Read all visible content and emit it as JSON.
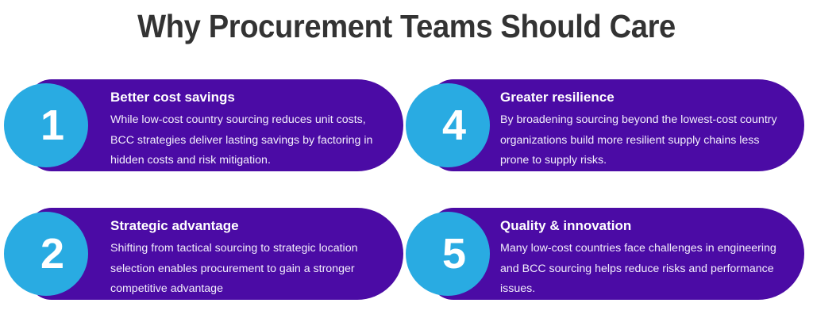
{
  "title": "Why Procurement Teams Should Care",
  "colors": {
    "background": "#ffffff",
    "title_text": "#333333",
    "pill_purple": "#4B0BA5",
    "circle_blue": "#29ABE2",
    "heading_text": "#ffffff",
    "body_text": "#f2eefb"
  },
  "cards": [
    {
      "number": "1",
      "heading": "Better cost savings",
      "body": "While low-cost country sourcing reduces unit costs, BCC strategies deliver lasting savings by factoring in hidden costs and risk mitigation."
    },
    {
      "number": "4",
      "heading": "Greater resilience",
      "body": "By broadening sourcing beyond the lowest-cost country organizations build more resilient supply chains less prone to supply risks."
    },
    {
      "number": "2",
      "heading": "Strategic advantage",
      "body": "Shifting from tactical sourcing to strategic location selection enables procurement to gain a stronger competitive advantage"
    },
    {
      "number": "5",
      "heading": "Quality & innovation",
      "body": "Many low-cost countries face challenges in engineering and BCC sourcing helps reduce risks and performance issues."
    }
  ]
}
